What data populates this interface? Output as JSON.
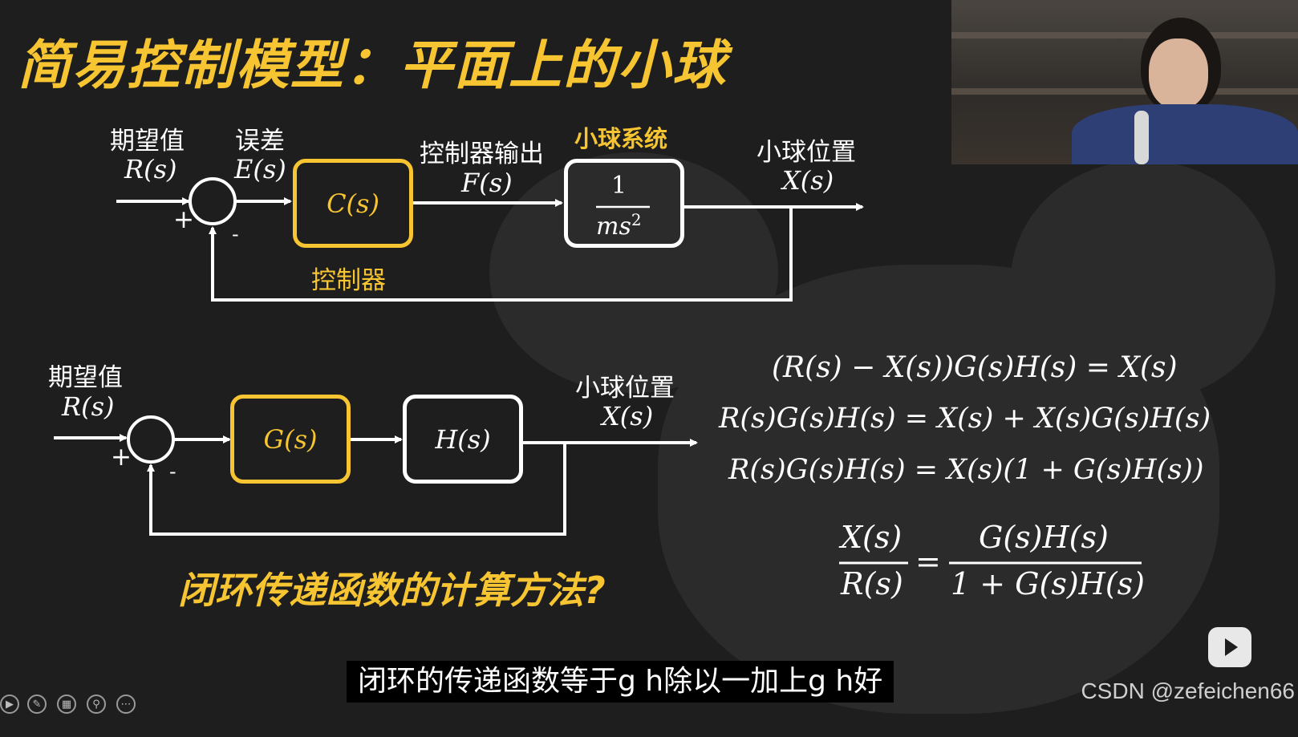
{
  "slide": {
    "title": "简易控制模型：平面上的小球",
    "question": "闭环传递函数的计算方法?"
  },
  "diagram1": {
    "desired_label": "期望值",
    "desired_sym": "R(s)",
    "error_label": "误差",
    "error_sym": "E(s)",
    "controller_box": "C(s)",
    "controller_label": "控制器",
    "ctrl_output_label": "控制器输出",
    "ctrl_output_sym": "F(s)",
    "plant_label": "小球系统",
    "plant_num": "1",
    "plant_den": "ms",
    "plant_den_exp": "2",
    "output_label": "小球位置",
    "output_sym": "X(s)",
    "plus_sign": "+",
    "minus_sign": "-"
  },
  "diagram2": {
    "desired_label": "期望值",
    "desired_sym": "R(s)",
    "g_box": "G(s)",
    "h_box": "H(s)",
    "output_label": "小球位置",
    "output_sym": "X(s)",
    "plus_sign": "+",
    "minus_sign": "-"
  },
  "equations": {
    "line1": "(R(s) − X(s))G(s)H(s) = X(s)",
    "line2": "R(s)G(s)H(s) = X(s) + X(s)G(s)H(s)",
    "line3": "R(s)G(s)H(s) = X(s)(1 + G(s)H(s))",
    "lhs_num": "X(s)",
    "lhs_den": "R(s)",
    "equals": "=",
    "rhs_num": "G(s)H(s)",
    "rhs_den": "1 + G(s)H(s)"
  },
  "subtitle": "闭环的传递函数等于g h除以一加上g h好",
  "watermark": "CSDN @zefeichen66",
  "toolbar": {
    "icons": [
      "play-icon",
      "pen-icon",
      "layout-icon",
      "zoom-icon",
      "more-icon"
    ],
    "glyphs": [
      "▶",
      "✎",
      "▦",
      "⚲",
      "⋯"
    ]
  },
  "colors": {
    "accent": "#f6c531",
    "background": "#1e1e1e",
    "line": "#ffffff"
  }
}
